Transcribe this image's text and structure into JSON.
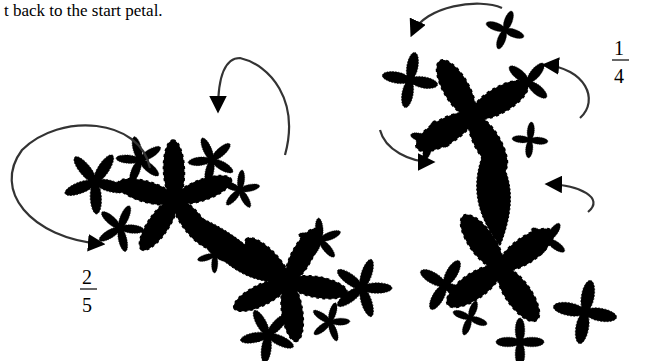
{
  "diagram": {
    "labels": [
      "t back to the start petal.",
      "2",
      "5",
      "1",
      "4"
    ]
  }
}
